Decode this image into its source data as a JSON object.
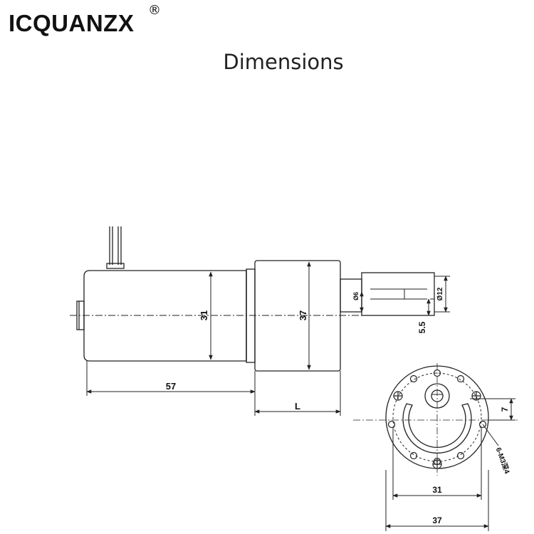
{
  "brand": {
    "name": "ICQUANZX",
    "registered": "®"
  },
  "heading": "Dimensions",
  "dimensions": {
    "motor_diameter": "31",
    "gearbox_size": "37",
    "motor_length": "57",
    "gearbox_length": "L",
    "shaft_diameter": "Ø6",
    "hub_diameter": "Ø12",
    "shaft_flat": "5.5",
    "shaft_offset": "7",
    "mounting_holes": "6-M3深4",
    "bolt_circle": "31",
    "face_width": "37"
  }
}
